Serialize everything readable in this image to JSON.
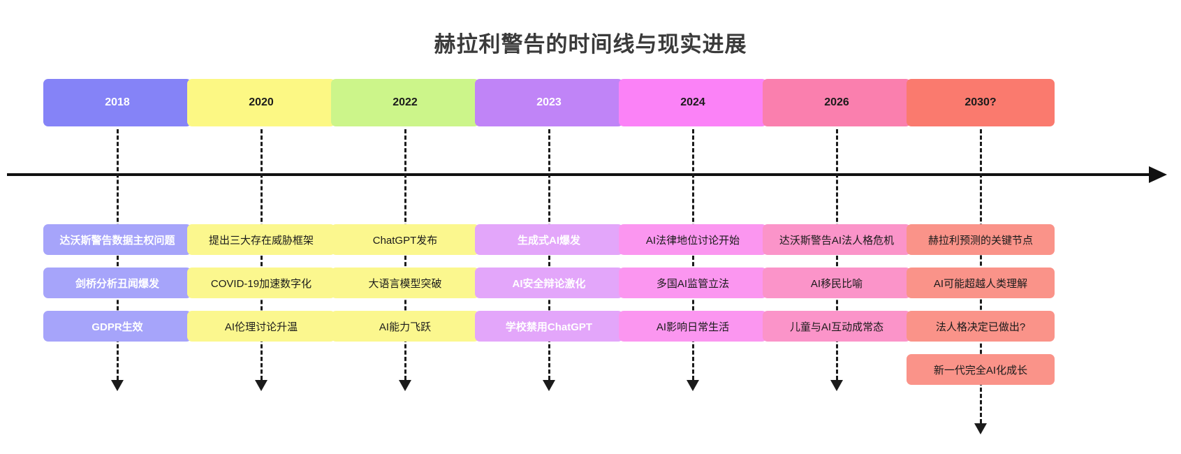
{
  "chart_data": {
    "type": "table",
    "title": "赫拉利警告的时间线与现实进展",
    "xlabel": "",
    "ylabel": "",
    "legend": [],
    "grid": false,
    "categories": [
      "2018",
      "2020",
      "2022",
      "2023",
      "2024",
      "2026",
      "2030?"
    ],
    "series": [
      {
        "name": "2018",
        "values": [
          "达沃斯警告数据主权问题",
          "剑桥分析丑闻爆发",
          "GDPR生效"
        ]
      },
      {
        "name": "2020",
        "values": [
          "提出三大存在威胁框架",
          "COVID-19加速数字化",
          "AI伦理讨论升温"
        ]
      },
      {
        "name": "2022",
        "values": [
          "ChatGPT发布",
          "大语言模型突破",
          "AI能力飞跃"
        ]
      },
      {
        "name": "2023",
        "values": [
          "生成式AI爆发",
          "AI安全辩论激化",
          "学校禁用ChatGPT"
        ]
      },
      {
        "name": "2024",
        "values": [
          "AI法律地位讨论开始",
          "多国AI监管立法",
          "AI影响日常生活"
        ]
      },
      {
        "name": "2026",
        "values": [
          "达沃斯警告AI法人格危机",
          "AI移民比喻",
          "儿童与AI互动成常态"
        ]
      },
      {
        "name": "2030?",
        "values": [
          "赫拉利预测的关键节点",
          "AI可能超越人类理解",
          "法人格决定已做出?",
          "新一代完全AI化成长"
        ]
      }
    ]
  },
  "header": {
    "title": "赫拉利警告的时间线与现实进展"
  },
  "timeline": {
    "axis_label": "",
    "columns": [
      {
        "year": "2018",
        "year_bg": "#8583F7",
        "year_fg": "#ffffff",
        "event_bg": "#A6A4FA",
        "event_fg": "#ffffff",
        "events": [
          "达沃斯警告数据主权问题",
          "剑桥分析丑闻爆发",
          "GDPR生效"
        ]
      },
      {
        "year": "2020",
        "year_bg": "#FCF884",
        "year_fg": "#1b1b1b",
        "event_bg": "#FBF78E",
        "event_fg": "#1b1b1b",
        "events": [
          "提出三大存在威胁框架",
          "COVID-19加速数字化",
          "AI伦理讨论升温"
        ]
      },
      {
        "year": "2022",
        "year_bg": "#CCF58A",
        "year_fg": "#1b1b1b",
        "event_bg": "#FBF78E",
        "event_fg": "#1b1b1b",
        "events": [
          "ChatGPT发布",
          "大语言模型突破",
          "AI能力飞跃"
        ]
      },
      {
        "year": "2023",
        "year_bg": "#C084F7",
        "year_fg": "#ffffff",
        "event_bg": "#E3A6FA",
        "event_fg": "#ffffff",
        "events": [
          "生成式AI爆发",
          "AI安全辩论激化",
          "学校禁用ChatGPT"
        ]
      },
      {
        "year": "2024",
        "year_bg": "#FB82F7",
        "year_fg": "#1b1b1b",
        "event_bg": "#FB96F0",
        "event_fg": "#1b1b1b",
        "events": [
          "AI法律地位讨论开始",
          "多国AI监管立法",
          "AI影响日常生活"
        ]
      },
      {
        "year": "2026",
        "year_bg": "#FA7FAE",
        "year_fg": "#1b1b1b",
        "event_bg": "#FB94C9",
        "event_fg": "#1b1b1b",
        "events": [
          "达沃斯警告AI法人格危机",
          "AI移民比喻",
          "儿童与AI互动成常态"
        ]
      },
      {
        "year": "2030?",
        "year_bg": "#FA7A6E",
        "year_fg": "#1b1b1b",
        "event_bg": "#FA9389",
        "event_fg": "#1b1b1b",
        "events": [
          "赫拉利预测的关键节点",
          "AI可能超越人类理解",
          "法人格决定已做出?",
          "新一代完全AI化成长"
        ]
      }
    ]
  }
}
